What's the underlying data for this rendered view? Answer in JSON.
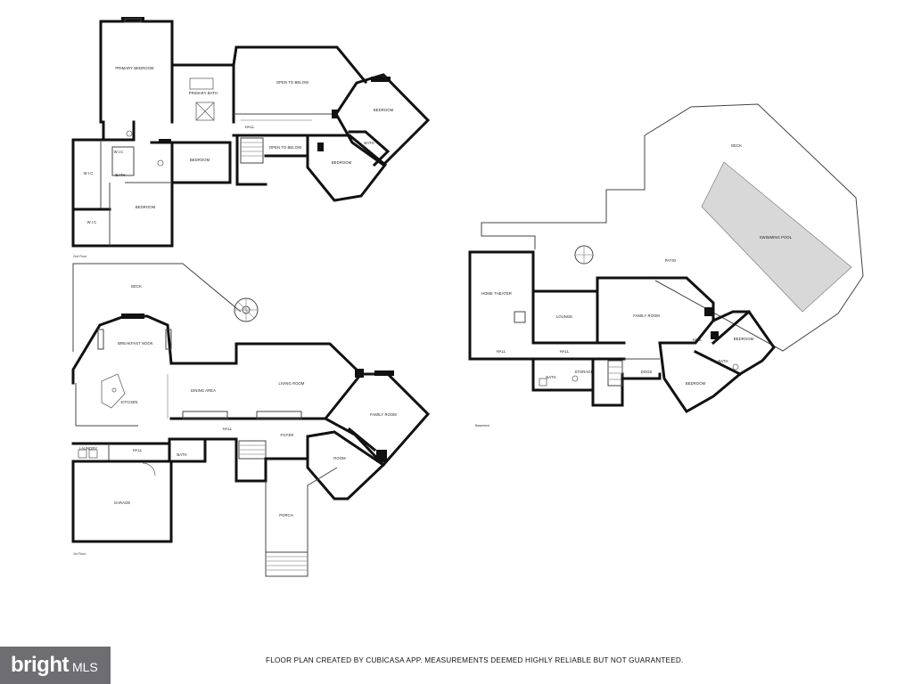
{
  "rooms": {
    "primary_bedroom": "PRIMARY BEDROOM",
    "primary_bath": "PRIMARY BATH",
    "open_to_below_1": "OPEN TO BELOW",
    "open_to_below_2": "OPEN TO BELOW",
    "bedroom_2nd_ne": "BEDROOM",
    "bath_2nd": "BATH",
    "bedroom_2nd_e": "BEDROOM",
    "hall_2nd": "HALL",
    "bedroom_2nd_mid": "BEDROOM",
    "wic_1": "W.I.C",
    "wic_2": "W.I.C",
    "wic_3": "W.I.C",
    "bath_2nd_w": "BATH",
    "bedroom_2nd_sw": "BEDROOM",
    "deck_1st": "DECK",
    "breakfast_nook": "BREAKFAST NOOK",
    "kitchen": "KITCHEN",
    "dining_area": "DINING AREA",
    "living_room": "LIVING ROOM",
    "family_room_1st": "FAMILY ROOM",
    "room_1st": "ROOM",
    "laundry": "LAUNDRY",
    "hall_1st_w": "HALL",
    "hall_1st_c": "HALL",
    "bath_1st": "BATH",
    "foyer": "FOYER",
    "garage": "GARAGE",
    "porch": "PORCH",
    "deck_bsmt": "DECK",
    "swimming_pool": "SWIMMING POOL",
    "patio": "PATIO",
    "home_theater": "HOME THEATER",
    "lounge": "LOUNGE",
    "family_room_bsmt": "FAMILY ROOM",
    "hall_bsmt_w": "HALL",
    "hall_bsmt_c": "HALL",
    "bath_bsmt": "BATH",
    "storage": "STORAGE",
    "doors": "DOOS",
    "hall_bsmt_e": "HALL",
    "bedroom_bsmt_ne": "BEDROOM",
    "bath_bsmt_e": "BATH",
    "bedroom_bsmt_e": "BEDROOM"
  },
  "floors": {
    "second": "2nd Floor",
    "first": "1st Floor",
    "basement": "Basement"
  },
  "disclaimer": "FLOOR PLAN CREATED BY CUBICASA APP. MEASUREMENTS DEEMED HIGHLY RELIABLE BUT NOT GUARANTEED.",
  "logo": {
    "word": "bright",
    "suffix": "MLS"
  }
}
